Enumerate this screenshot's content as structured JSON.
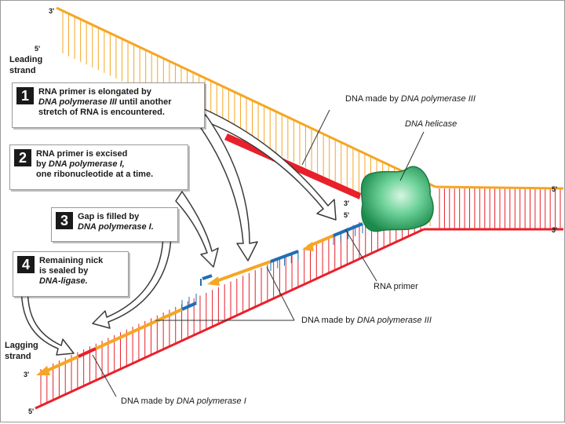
{
  "strand_ends": {
    "top_left_3": "3'",
    "top_left_5": "5'",
    "right_5": "5'",
    "right_3": "3'",
    "primer_3": "3'",
    "primer_5": "5'",
    "lag_3": "3'",
    "lag_5": "5'"
  },
  "labels": {
    "leading_strand_1": "Leading",
    "leading_strand_2": "strand",
    "lagging_strand_1": "Lagging",
    "lagging_strand_2": "strand",
    "dna_pol3_top_prefix": "DNA made by ",
    "dna_pol3_top_enzyme": "DNA polymerase III",
    "helicase": "DNA helicase",
    "rna_primer": "RNA primer",
    "dna_pol3_mid_prefix": "DNA made by ",
    "dna_pol3_mid_enzyme": "DNA polymerase III",
    "dna_pol1_prefix": "DNA made by ",
    "dna_pol1_enzyme": "DNA polymerase I"
  },
  "steps": [
    {
      "number": "1",
      "line1": "RNA primer is elongated by",
      "line2_enzyme": "DNA polymerase III",
      "line2_rest": " until another",
      "line3": "stretch of RNA is encountered."
    },
    {
      "number": "2",
      "line1": "RNA primer is excised",
      "line2_prefix": "by ",
      "line2_enzyme": "DNA polymerase I,",
      "line3": "one ribonucleotide at a time."
    },
    {
      "number": "3",
      "line1": "Gap is filled by",
      "line2_enzyme": "DNA polymerase I."
    },
    {
      "number": "4",
      "line1": "Remaining nick",
      "line2": "is sealed by",
      "line3_enzyme": "DNA-ligase."
    }
  ],
  "colors": {
    "template_strand": "#e8202a",
    "new_dna": "#f5a623",
    "rna_primer": "#1f6fb4",
    "helicase": "#2fa060",
    "border": "#9a9a9a"
  }
}
